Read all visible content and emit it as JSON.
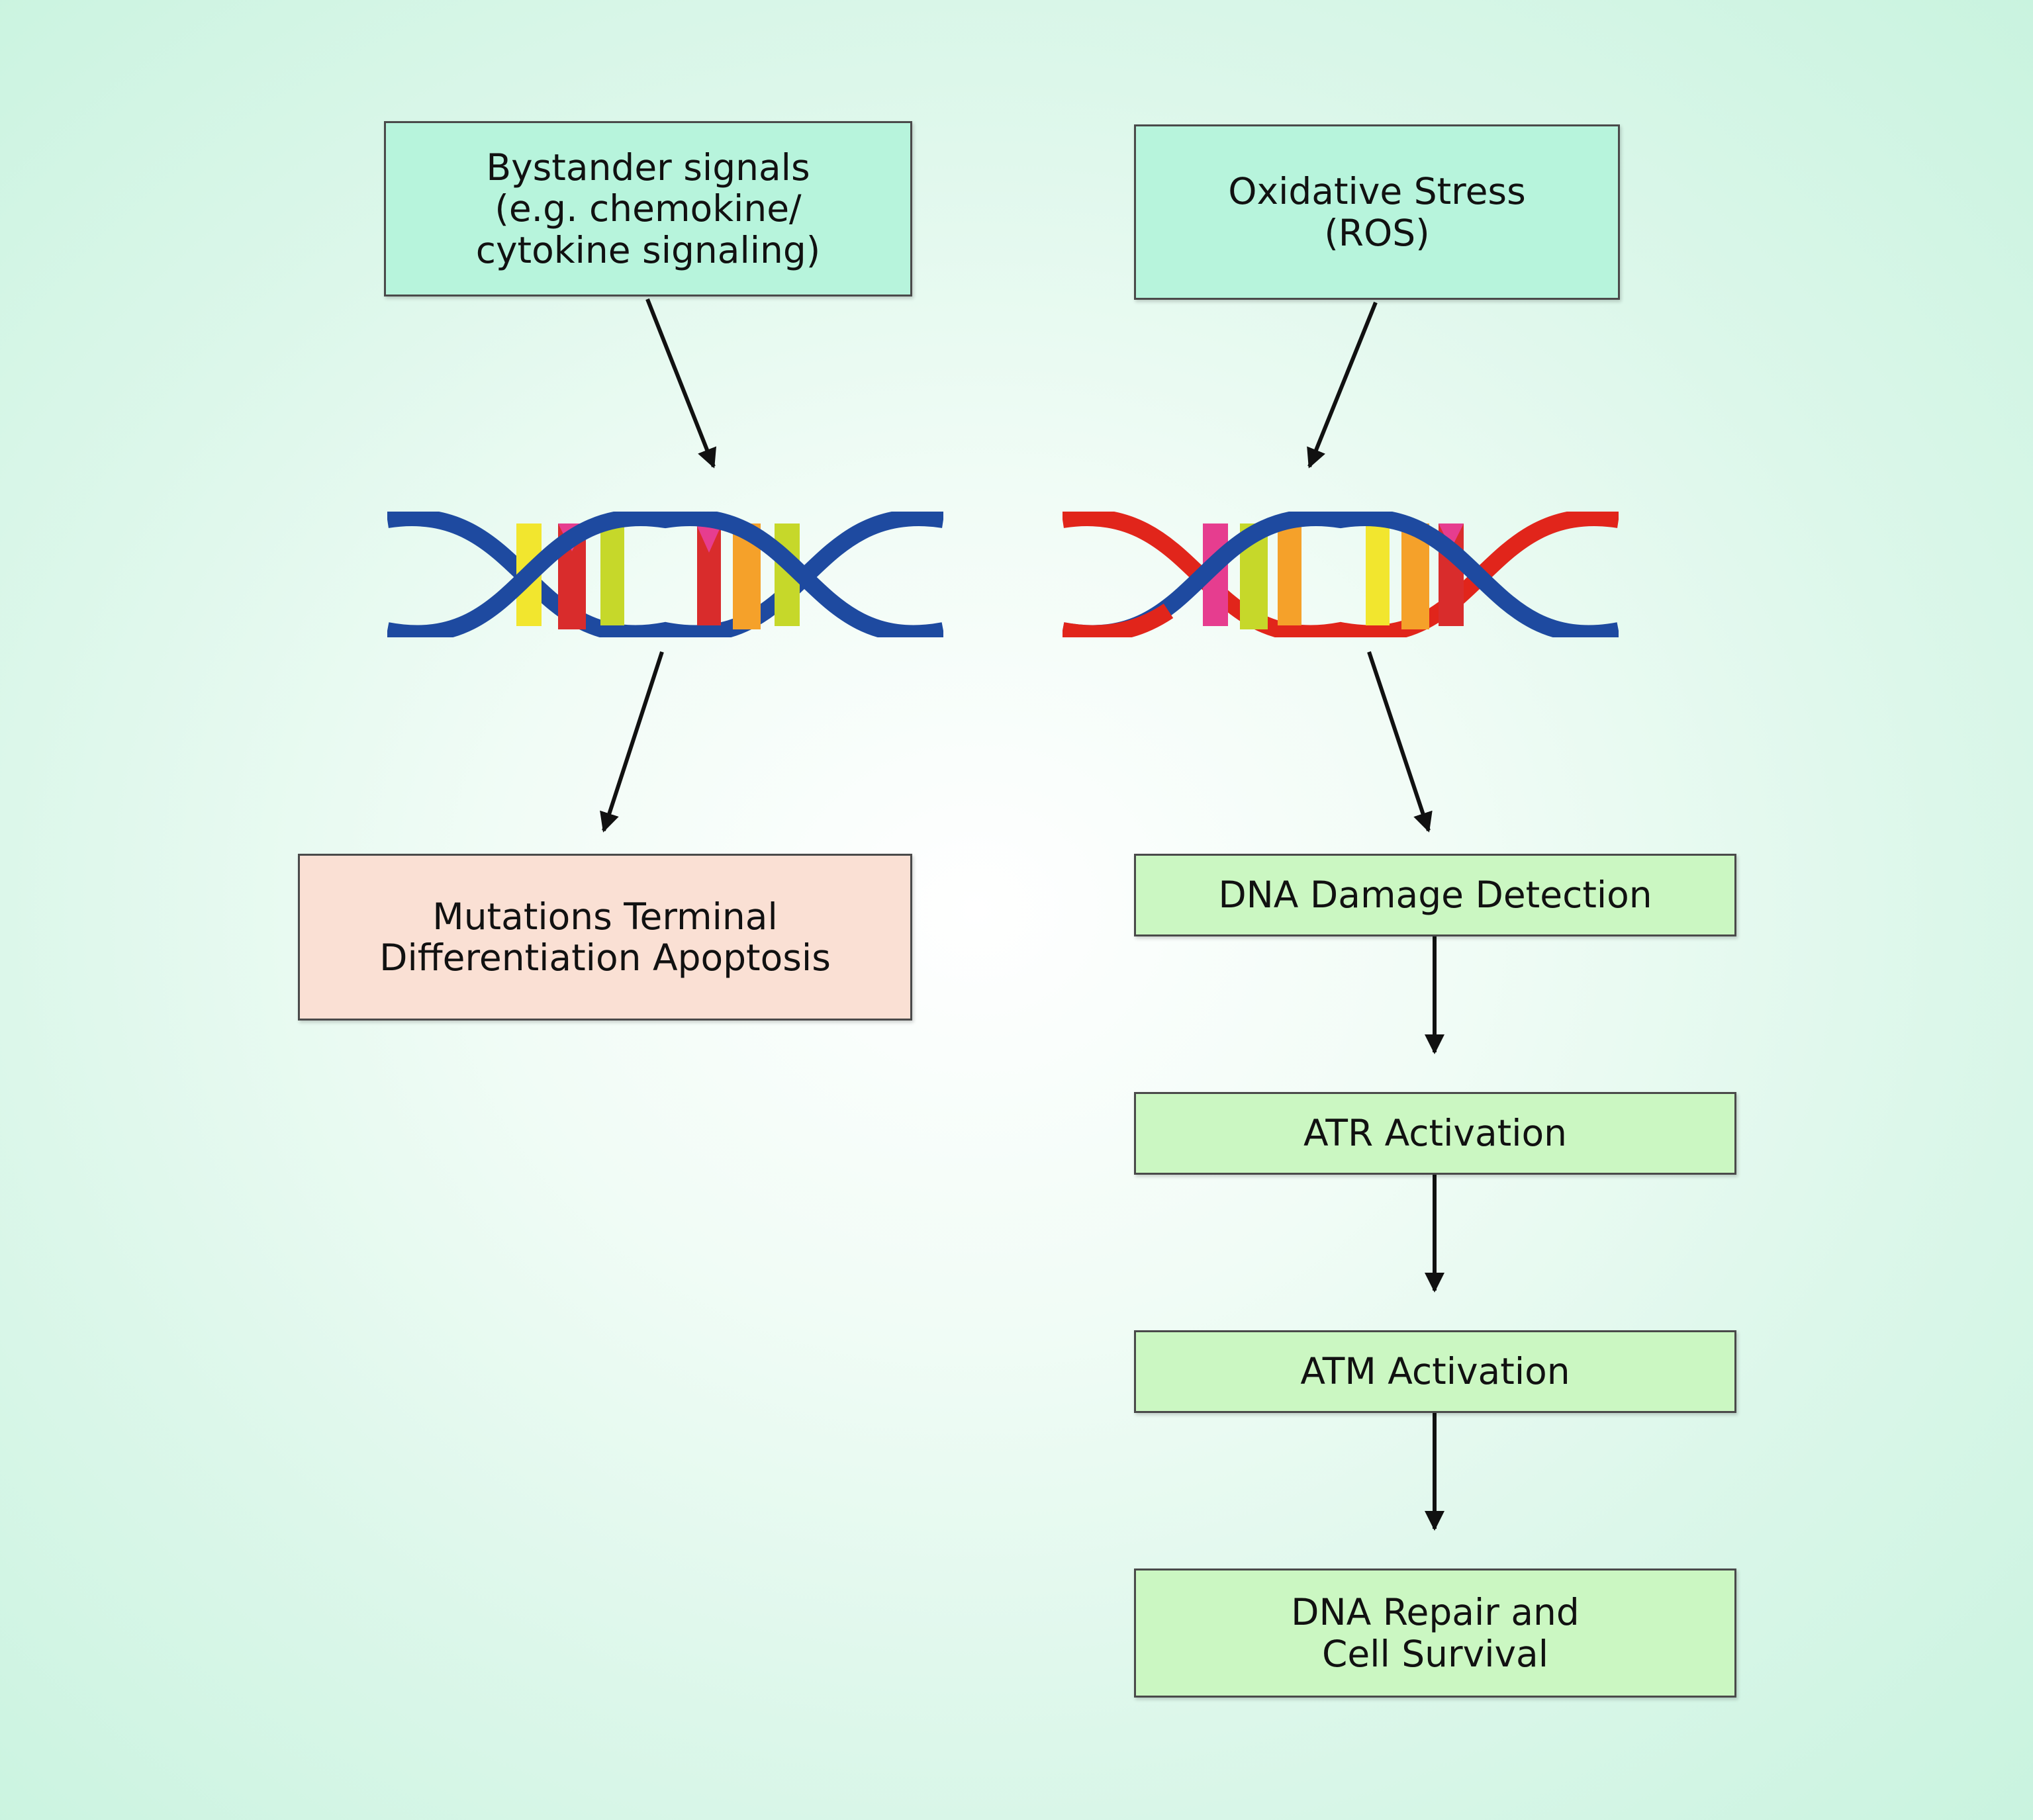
{
  "left_branch": {
    "source_lines": [
      "Bystander signals",
      "(e.g. chemokine/",
      "cytokine signaling)"
    ],
    "outcome_lines": [
      "Mutations Terminal",
      "Differentiation Apoptosis"
    ]
  },
  "right_branch": {
    "source_lines": [
      "Oxidative Stress",
      "(ROS)"
    ],
    "steps": [
      {
        "lines": [
          "DNA Damage Detection"
        ]
      },
      {
        "lines": [
          "ATR Activation"
        ]
      },
      {
        "lines": [
          "ATM Activation"
        ]
      },
      {
        "lines": [
          "DNA Repair and",
          "Cell Survival"
        ]
      }
    ]
  },
  "colors": {
    "source_box": "#b7f4dc",
    "outcome_box": "#fae0d4",
    "step_box": "#cbf7c2",
    "dna_backbone": "#1e4aa0",
    "dna_damaged_strand": "#e1251b",
    "base_colors": [
      "#f2e62e",
      "#f5a12a",
      "#e63d8f",
      "#d92c2c",
      "#c6d82a"
    ]
  },
  "icons": [
    "dna-helix-icon",
    "damaged-dna-helix-icon",
    "arrow-icon"
  ]
}
